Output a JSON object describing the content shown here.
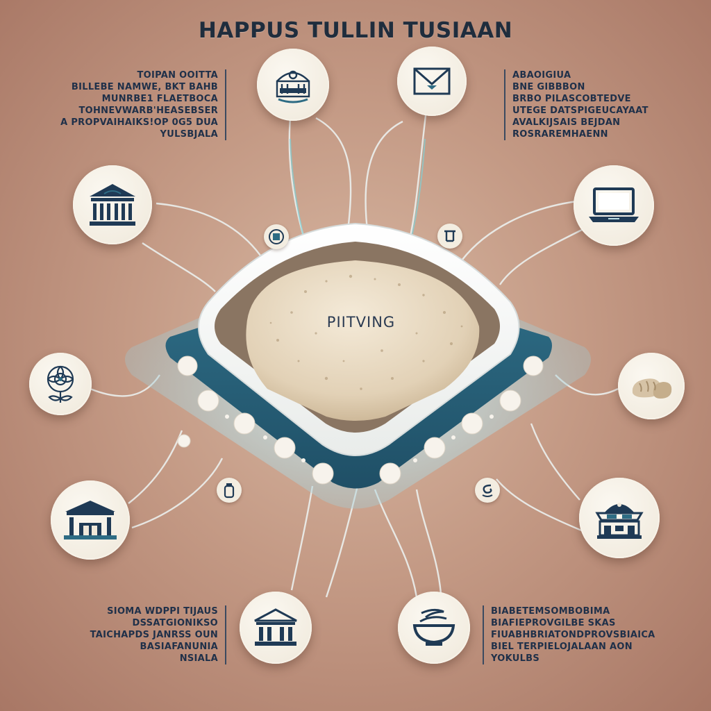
{
  "title": "HAPPUS  TULLIN TUSIAAN",
  "center_label": "PIITVING",
  "text_blocks": {
    "top_left": [
      "TOIPAN OOITTA",
      "BILLEBE NAMWE, BKT BAHB",
      "MUNRBE1 FLAETBOCA",
      "TOHNEVWARB'HEASEBSER",
      "A PROPVAIHAIKS!OP 0G5 DUA",
      "YULSBJALA"
    ],
    "top_right": [
      "ABAOIGIUA",
      "BNE   GIBBBON",
      "BRBO PILASCOBTEDVE",
      "UTEGE DATSPIGEUCAYAAT",
      "AVALKIJSAIS BEJDAN",
      "ROSRAREMHAENN"
    ],
    "bottom_left": [
      "SIOMA WDPPI TIJAUS",
      "DSSATGIONIKSO",
      "TAICHAPDS JANRSS OUN",
      "BASIAFANUNIA",
      "NSIALA"
    ],
    "bottom_right": [
      "BIABETEMSOMBOBIMA",
      "BIAFIEPROVGILBE SKAS",
      "FIUABHBRIATONDPROVSBIAICA",
      "BIEL TERPIELOJALAAN AON",
      "YOKULBS"
    ]
  },
  "icons": {
    "top_center_left": "museum-facade-icon",
    "top_center_right": "envelope-icon",
    "left_upper": "classical-building-icon",
    "right_upper": "laptop-icon",
    "left_middle": "flower-icon",
    "right_middle": "bread-icon",
    "left_lower": "pavilion-icon",
    "right_lower": "market-hall-icon",
    "bottom_center_left": "bank-building-icon",
    "bottom_center_right": "bowl-icon",
    "mini_top_left": "small-badge-icon",
    "mini_top_right": "small-cup-icon",
    "mini_lower_left": "small-jar-icon",
    "mini_lower_right": "small-swirl-icon"
  },
  "colors": {
    "ink": "#1f3049",
    "teal": "#2e6c84",
    "teal_light": "#bfe0e6",
    "cream": "#f4eee3",
    "dough": "#e6d8c2"
  }
}
